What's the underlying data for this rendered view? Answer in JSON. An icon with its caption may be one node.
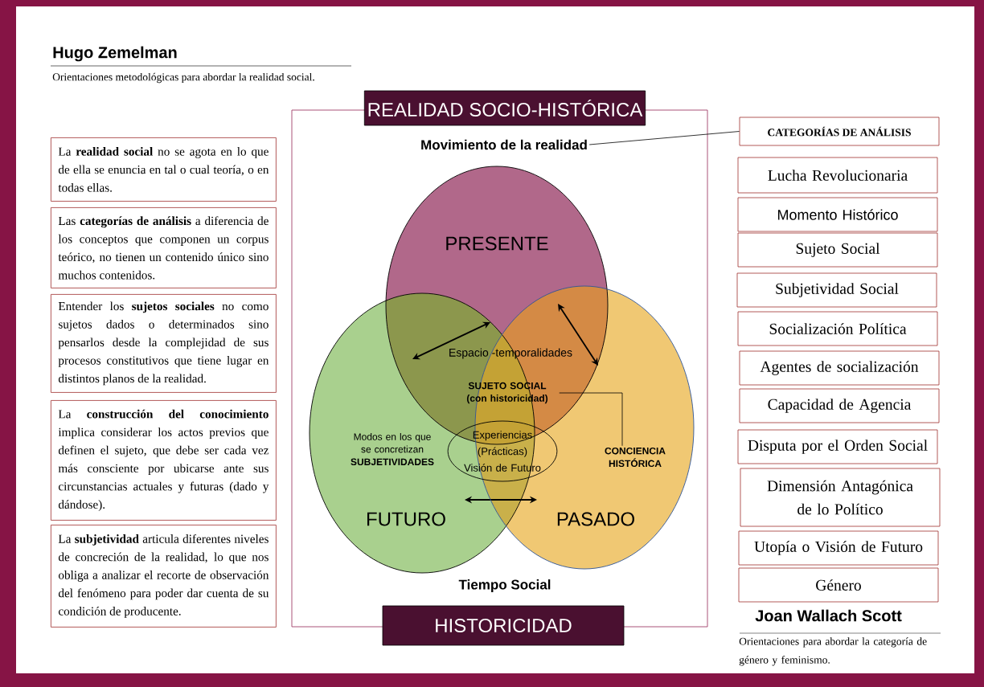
{
  "diagram": {
    "nodes": [
      {
        "text": [
          "REALIDAD SOCIO-HISTÓRICA"
        ]
      },
      {
        "text": [
          "CATEGORÍAS DE ANÁLISIS"
        ]
      },
      {
        "text": [
          "Movimiento de la realidad"
        ]
      },
      {
        "text": [
          "La **realidad social** no se agota en lo que de ella se enuncia en tal o cual teoría, o en todas ellas."
        ]
      },
      {
        "text": [
          "Las **categorías de análisis** a diferencia de los conceptos que componen un corpus teórico, no tienen un contenido único sino muchos contenidos."
        ]
      },
      {
        "text": [
          "Entender los **sujetos sociales** no como sujetos dados o determinados sino pensarlos desde la complejidad de sus procesos constitutivos que tiene lugar en distintos planos de la realidad."
        ]
      },
      {
        "text": [
          "La **construcción del conocimiento** implica considerar los actos previos que definen el sujeto, que debe ser cada vez más consciente por ubicarse ante sus circunstancias actuales y futuras (dado y dándose)."
        ]
      },
      {
        "text": [
          "La **subjetividad** articula diferentes niveles de concreción de la realidad, lo que nos obliga a analizar el recorte de observación del fenómeno para poder dar cuenta de su condición de producente."
        ]
      },
      {
        "text": [
          "PRESENTE"
        ]
      },
      {
        "text": [
          "Modos en los que se concretizan **SUBJETIVIDADES**",
          "FUTURO"
        ]
      },
      {
        "text": [
          "PASADO"
        ]
      },
      {
        "text": [
          "SUJETO SOCIAL (con historicidad)"
        ],
        "in": 8
      },
      {
        "text": [
          "Experiencias (Prácticas) Visión de Futuro"
        ]
      },
      {
        "text": [
          "CONCIENCIA HISTÓRICA"
        ],
        "in": 10
      },
      {
        "text": [
          "HISTORICIDAD"
        ]
      },
      {
        "text": [
          "Lucha Revolucionaria"
        ]
      },
      {
        "text": [
          "Momento Histórico"
        ]
      },
      {
        "text": [
          "Sujeto Social"
        ]
      },
      {
        "text": [
          "Subjetividad Social"
        ]
      },
      {
        "text": [
          "Socialización Política"
        ]
      },
      {
        "text": [
          "Agentes de socialización"
        ]
      },
      {
        "text": [
          "Capacidad de Agencia"
        ]
      },
      {
        "text": [
          "Disputa por el Orden Social"
        ]
      },
      {
        "text": [
          "Dimensión Antagónica de lo Político"
        ]
      },
      {
        "text": [
          "Utopía o Visión de Futuro"
        ]
      },
      {
        "text": [
          "Género"
        ]
      }
    ],
    "edges": [
      {
        "from": 2,
        "to": 1,
        "arrow": "none"
      },
      {
        "from": 11,
        "to": 13,
        "arrow": "none"
      }
    ],
    "labels": [
      "Hugo Zemelman",
      "Orientaciones metodológicas para abordar la realidad social.",
      "Espacio -temporalidades",
      "Tiempo Social",
      "Joan Wallach Scott",
      "Orientaciones para abordar la categoría de género y feminismo."
    ]
  }
}
